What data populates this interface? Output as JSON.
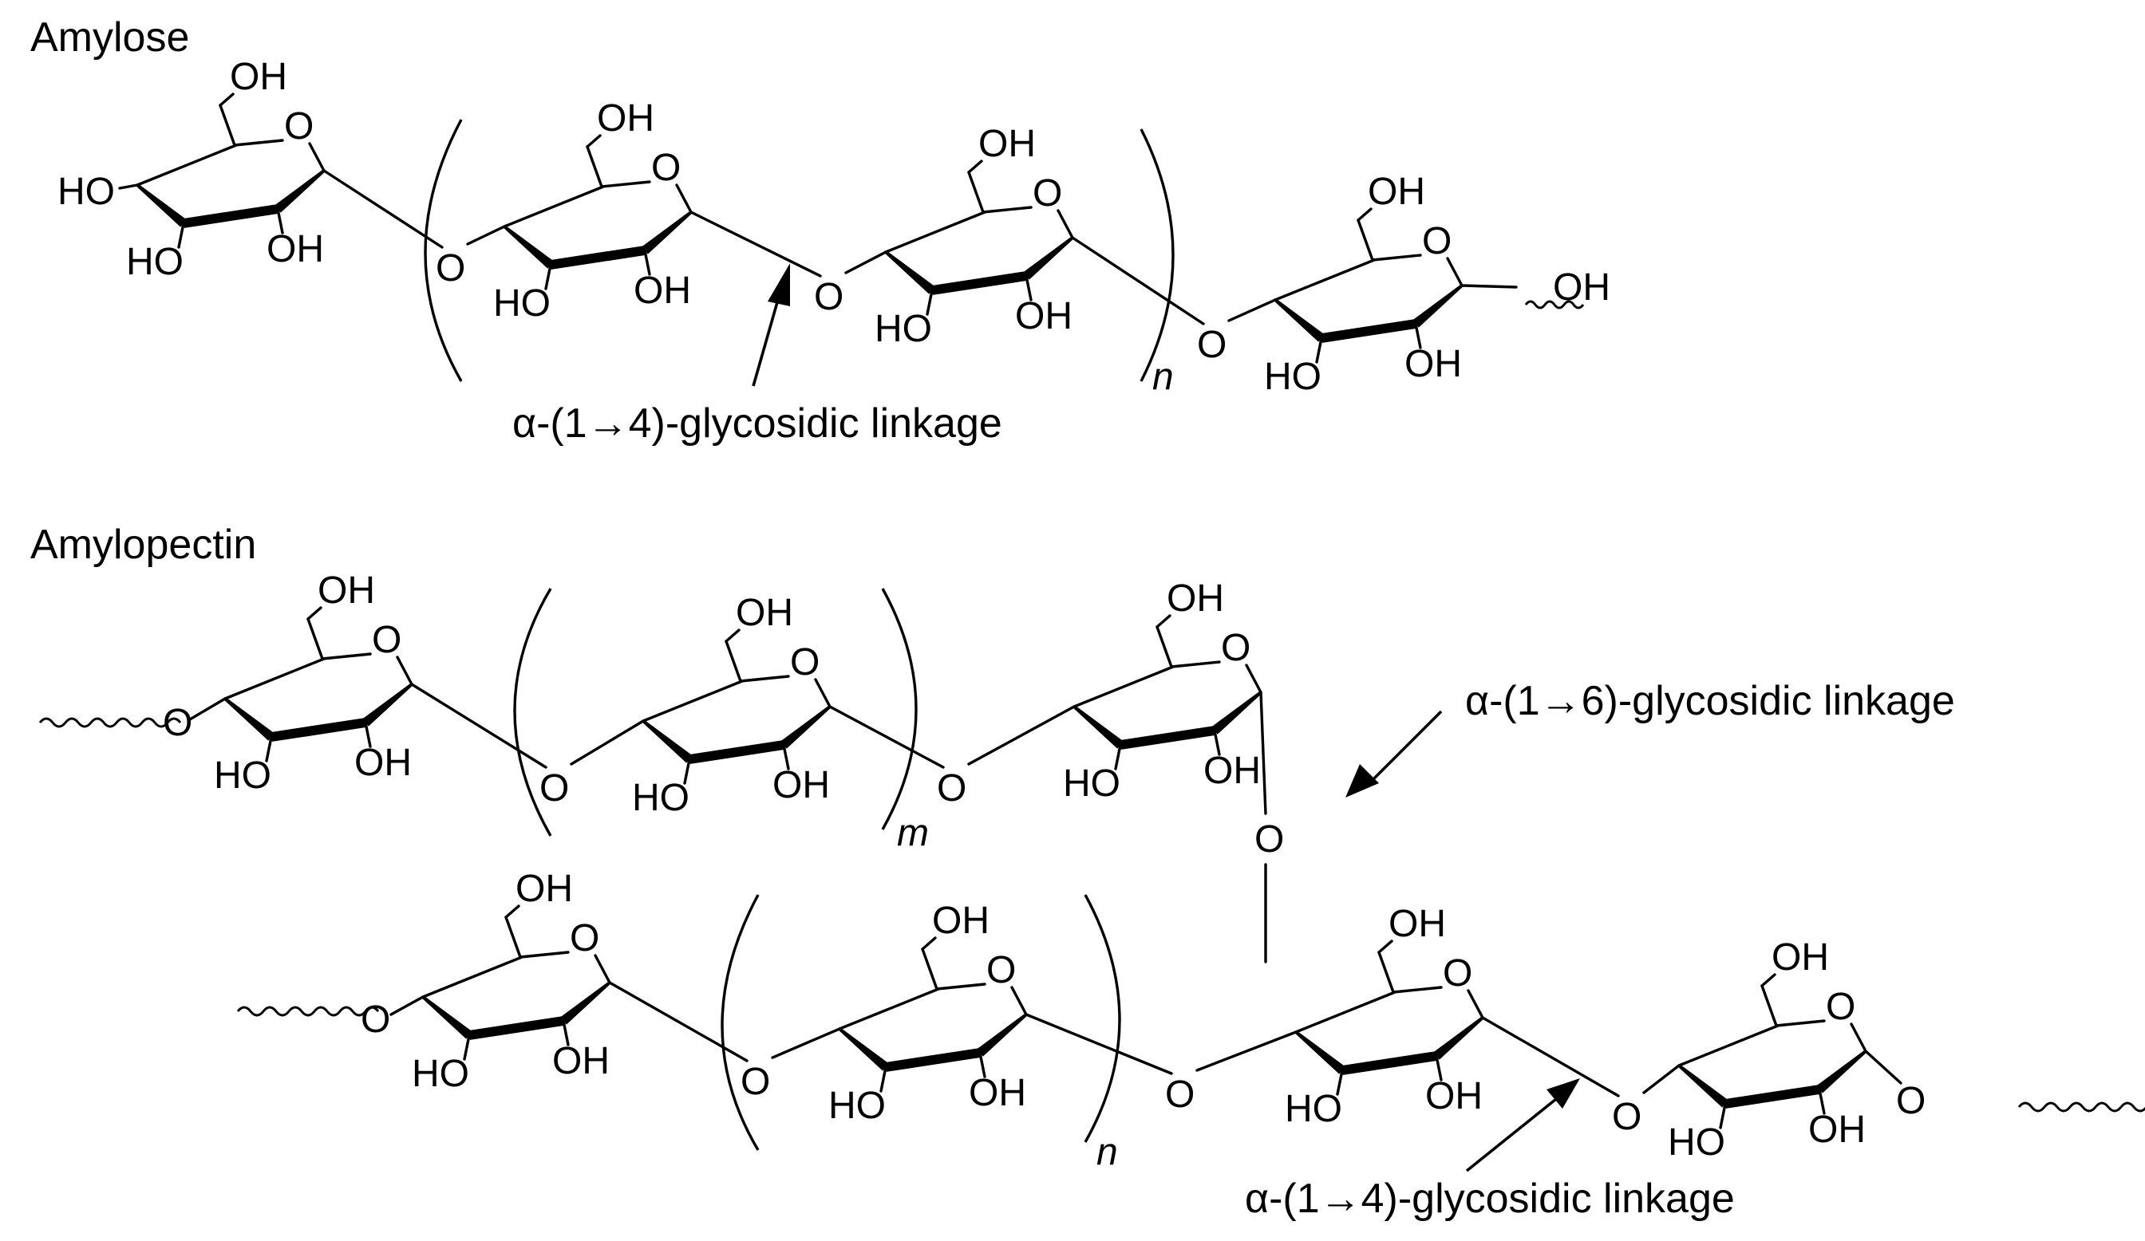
{
  "titles": {
    "amylose": "Amylose",
    "amylopectin": "Amylopectin"
  },
  "atoms": {
    "oh": "OH",
    "ho": "HO",
    "o": "O"
  },
  "repeat_subscripts": {
    "n": "n",
    "m": "m"
  },
  "captions": {
    "amylose_linkage": "α-(1→4)-glycosidic linkage",
    "amylopectin_branch_linkage": "α-(1→6)-glycosidic linkage",
    "amylopectin_chain_linkage": "α-(1→4)-glycosidic linkage"
  }
}
